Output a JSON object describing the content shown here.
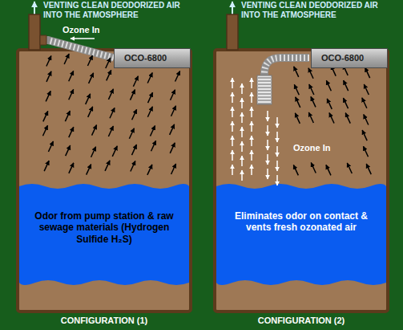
{
  "diagram": {
    "nodes": [
      {
        "text": [
          "OCO-6800"
        ]
      },
      {
        "text": [
          "OCO-6800"
        ]
      }
    ],
    "labels": [
      "VENTING CLEAN DEODORIZED AIR INTO THE ATMOSPHERE",
      "VENTING CLEAN DEODORIZED AIR INTO THE ATMOSPHERE",
      "Ozone In",
      "Odor from pump station & raw sewage materials (Hydrogen Sulfide H₂S)",
      "Ozone In",
      "Eliminates odor on contact & vents fresh ozonated air",
      "CONFIGURATION (1)",
      "CONFIGURATION (2)"
    ]
  }
}
